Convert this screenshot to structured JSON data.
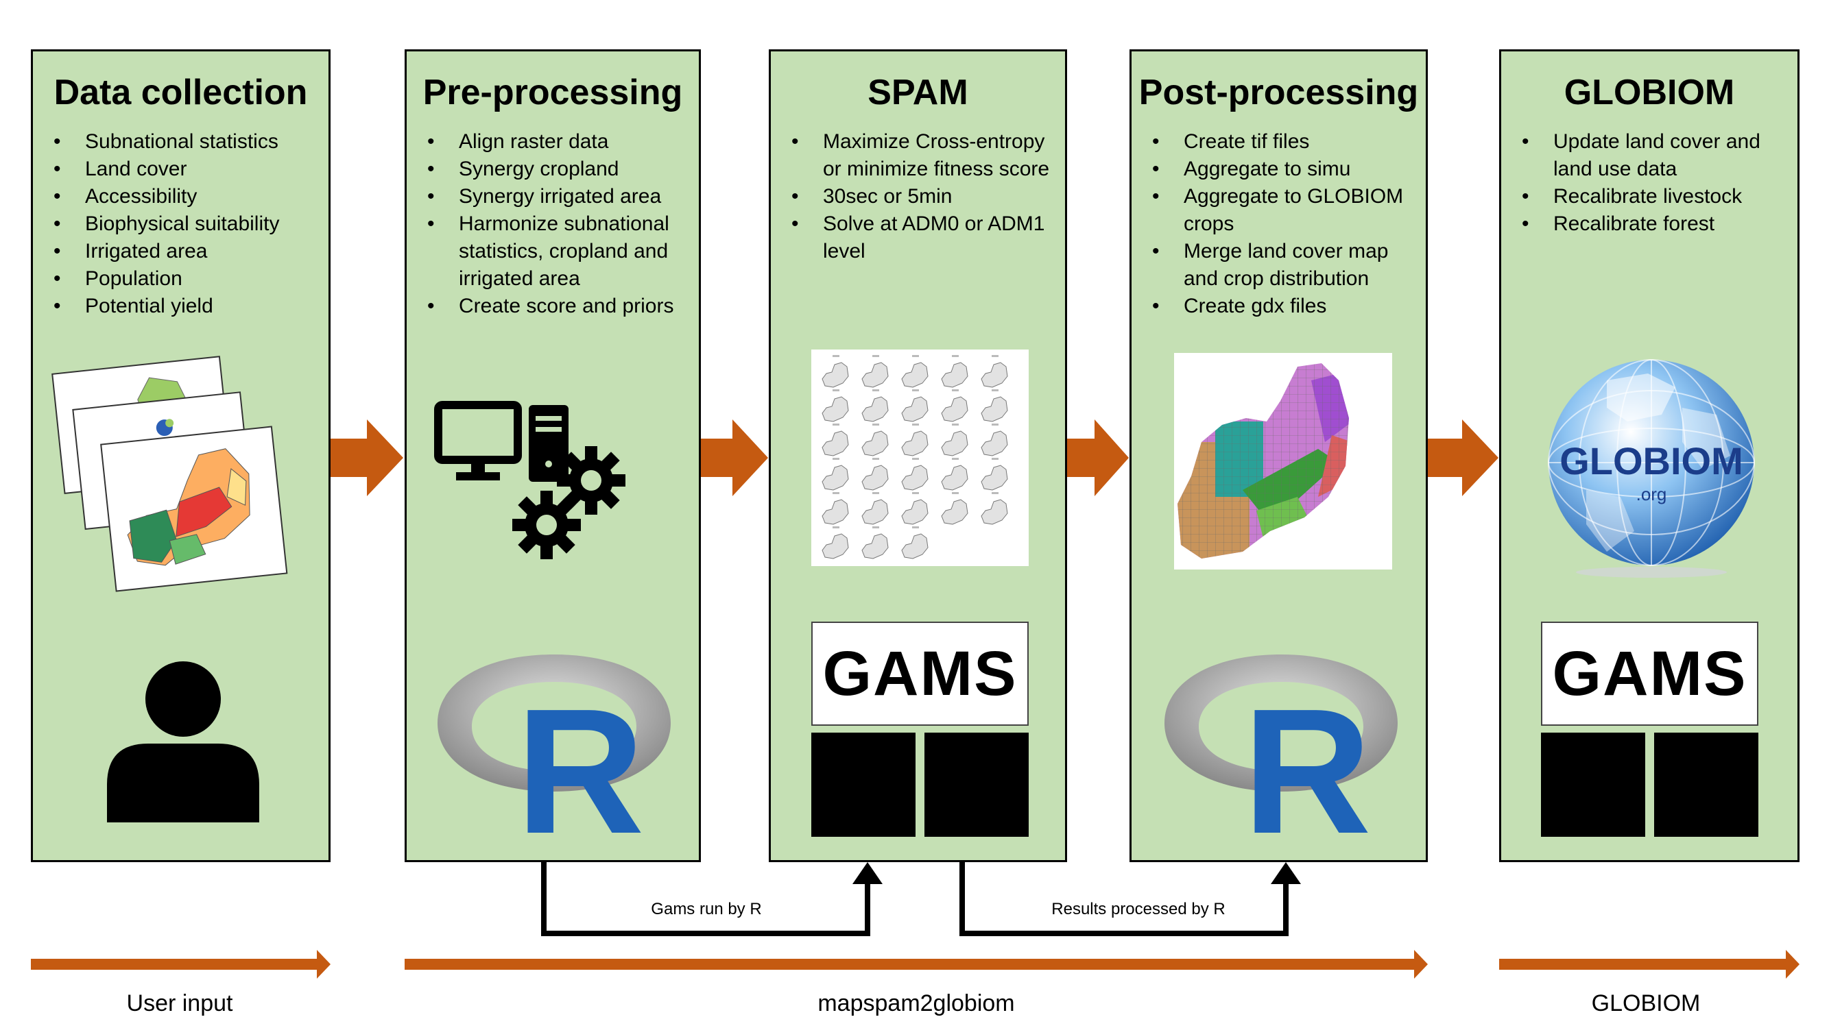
{
  "panels": [
    {
      "title": "Data collection",
      "items": [
        "Subnational statistics",
        "Land cover",
        "Accessibility",
        "Biophysical suitability",
        "Irrigated area",
        "Population",
        "Potential yield"
      ]
    },
    {
      "title": "Pre-processing",
      "items": [
        "Align raster data",
        "Synergy cropland",
        "Synergy irrigated area",
        "Harmonize subnational statistics, cropland and irrigated area",
        "Create score and priors"
      ]
    },
    {
      "title": "SPAM",
      "items": [
        "Maximize Cross-entropy or minimize fitness score",
        "30sec or 5min",
        "Solve at ADM0 or ADM1 level"
      ]
    },
    {
      "title": "Post-processing",
      "items": [
        "Create tif files",
        "Aggregate to simu",
        "Aggregate to GLOBIOM crops",
        "Merge land cover map and crop distribution",
        "Create gdx files"
      ]
    },
    {
      "title": "GLOBIOM",
      "items": [
        "Update land cover and land use data",
        "Recalibrate livestock",
        "Recalibrate forest"
      ]
    }
  ],
  "logos": {
    "gams": "GAMS",
    "r": "R",
    "globiom": "GLOBIOM",
    "globiom_sub": ".org"
  },
  "loops": {
    "left": "Gams run by R",
    "right": "Results processed by R"
  },
  "bottom_labels": {
    "user_input": "User input",
    "mapspam2globiom": "mapspam2globiom",
    "globiom": "GLOBIOM"
  },
  "colors": {
    "panel_fill": "#c5e0b4",
    "arrow": "#c55a11",
    "r_blue": "#1e63b8",
    "r_ring": "#9a9a9a"
  },
  "icons": [
    "user-icon",
    "computer-icon",
    "gear-icon",
    "r-logo",
    "gams-logo",
    "globe-icon",
    "map-icon"
  ]
}
